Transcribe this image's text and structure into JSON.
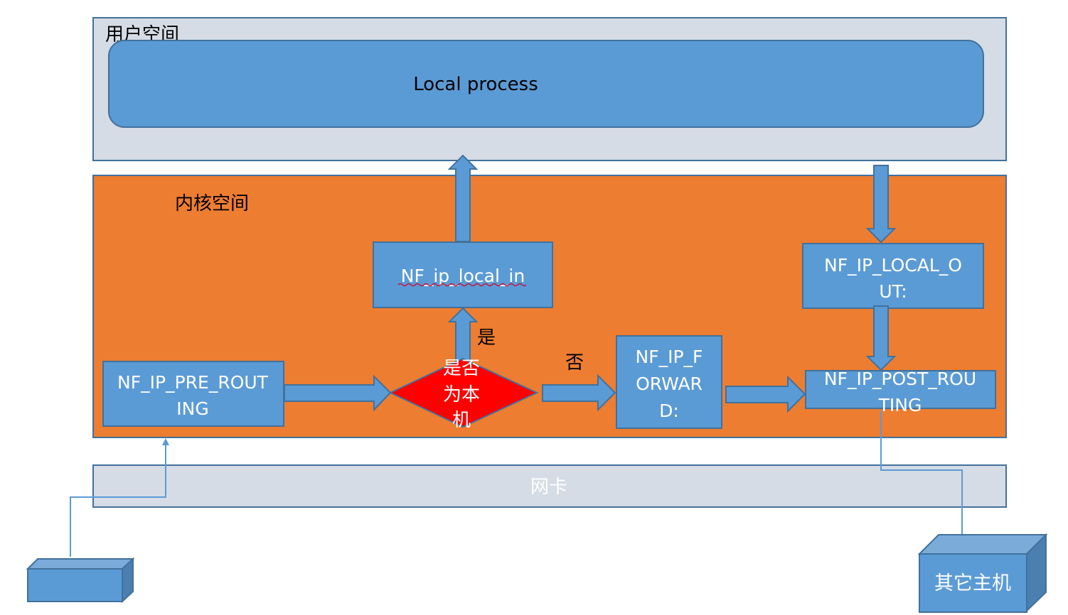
{
  "title": "Netfilter hook flow",
  "colors": {
    "region_fill": "#d6dce5",
    "kernel_fill": "#ed7d31",
    "box_fill": "#5b9bd5",
    "box_stroke": "#41719c",
    "diamond_fill": "#ff0000",
    "text_white": "#ffffff",
    "text_dark": "#000000"
  },
  "user_space": {
    "label": "用户空间",
    "process_label": "Local process"
  },
  "kernel_space": {
    "label": "内核空间"
  },
  "nodes": {
    "pre_routing": {
      "line1": "NF_IP_PRE_ROUT",
      "line2": "ING"
    },
    "decision": {
      "line1": "是否",
      "line2": "为本",
      "line3": "机"
    },
    "local_in": {
      "line1": "NF_ip_local_in"
    },
    "forward": {
      "line1": "NF_IP_F",
      "line2": "ORWAR",
      "line3": "D:"
    },
    "local_out": {
      "line1": "NF_IP_LOCAL_O",
      "line2": "UT:"
    },
    "post_routing": {
      "line1": "NF_IP_POST_ROU",
      "line2": "TING"
    }
  },
  "edge_labels": {
    "yes": "是",
    "no": "否"
  },
  "nic": {
    "label": "网卡"
  },
  "hosts": {
    "source_host": {
      "label": ""
    },
    "other_host": {
      "label": "其它主机"
    }
  }
}
